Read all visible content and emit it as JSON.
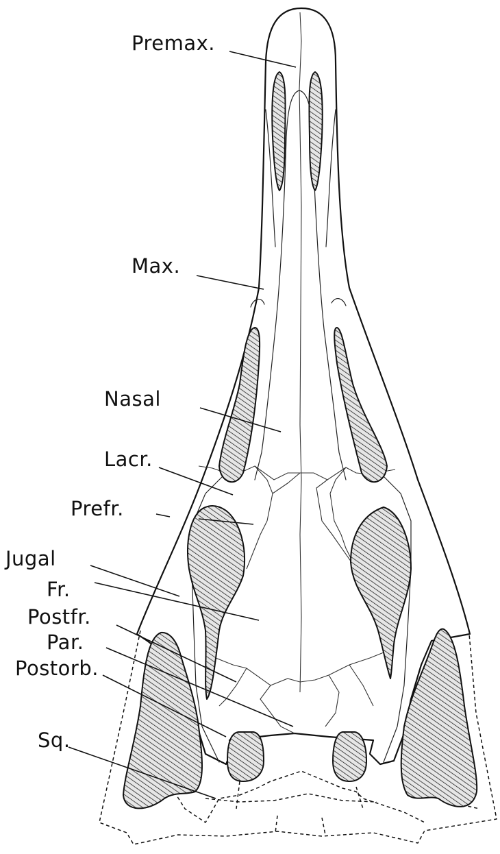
{
  "labels": {
    "premax": "Premax.",
    "max": "Max.",
    "nasal": "Nasal",
    "lacr": "Lacr.",
    "prefr": "Prefr.",
    "jugal": "Jugal",
    "fr": "Fr.",
    "postfr": "Postfr.",
    "par": "Par.",
    "postorb": "Postorb.",
    "sq": "Sq."
  },
  "style": {
    "ink": "#111111",
    "background": "#ffffff"
  }
}
